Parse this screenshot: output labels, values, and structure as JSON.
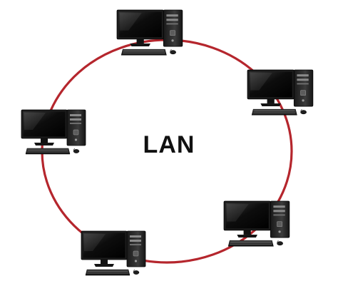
{
  "diagram": {
    "center_label": "LAN",
    "topology": "ring",
    "node_count": 5,
    "node_icon": "desktop-computer-icon",
    "colors": {
      "ring": "#b5262d",
      "background": "#ffffff",
      "label": "#111111"
    }
  }
}
